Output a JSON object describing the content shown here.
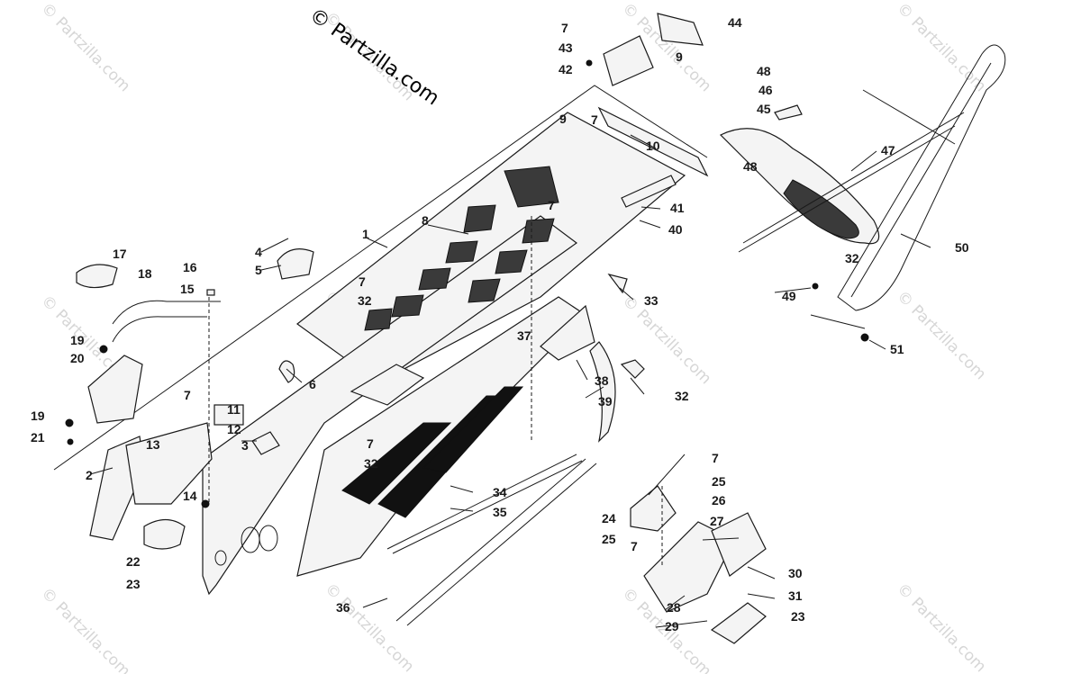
{
  "copyright": "© Partzilla.com",
  "watermark": "© Partzilla.com",
  "callouts": [
    "1",
    "2",
    "3",
    "4",
    "5",
    "6",
    "7",
    "7",
    "7",
    "7",
    "7",
    "7",
    "7",
    "7",
    "8",
    "9",
    "9",
    "10",
    "11",
    "12",
    "13",
    "14",
    "15",
    "16",
    "17",
    "18",
    "19",
    "19",
    "20",
    "21",
    "22",
    "23",
    "23",
    "24",
    "25",
    "25",
    "26",
    "27",
    "28",
    "29",
    "30",
    "31",
    "32",
    "32",
    "32",
    "32",
    "33",
    "34",
    "35",
    "36",
    "37",
    "38",
    "39",
    "40",
    "41",
    "42",
    "43",
    "44",
    "45",
    "46",
    "47",
    "48",
    "48",
    "49",
    "50",
    "51"
  ]
}
